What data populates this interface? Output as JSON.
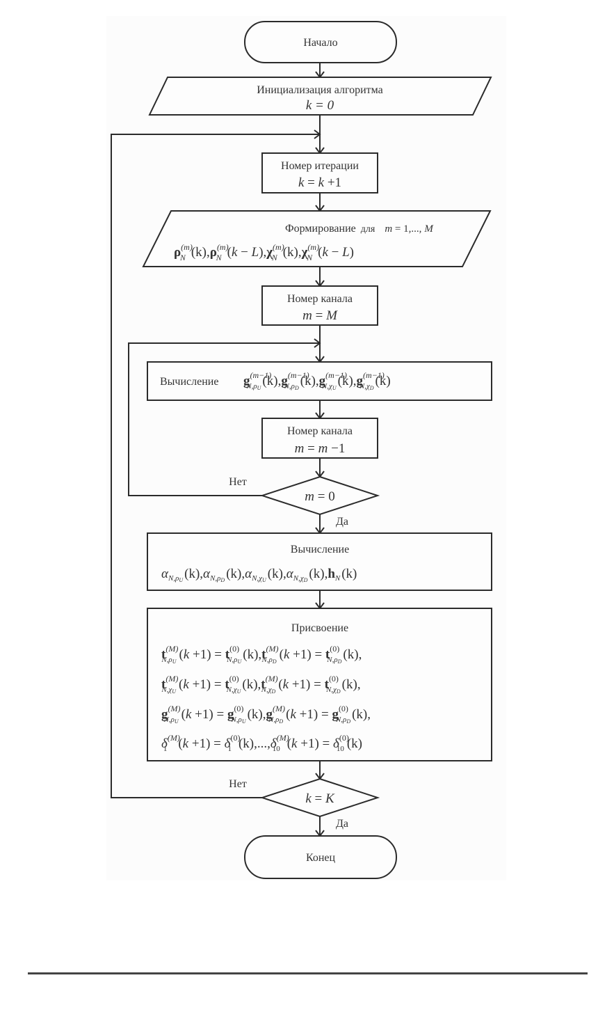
{
  "flowchart": {
    "start": {
      "label": "Начало"
    },
    "init": {
      "title": "Инициализация алгоритма",
      "formula": "k = 0"
    },
    "iteration": {
      "title": "Номер итерации",
      "formula": "k = k +1"
    },
    "forming": {
      "title": "Формирование",
      "condition": "для  m = 1,..., M",
      "formula": "ρ_N^(m)(k), ρ_N^(m)(k − L), χ_N^(m)(k), χ_N^(m)(k − L)"
    },
    "channel_init": {
      "title": "Номер канала",
      "formula": "m = M"
    },
    "compute_g": {
      "title": "Вычисление",
      "formula": "g_{N,ρU}^(m−1)(k), g_{N,ρD}^(m−1)(k), g_{N,χU}^(m−1)(k), g_{N,χD}^(m−1)(k)"
    },
    "channel_dec": {
      "title": "Номер канала",
      "formula": "m = m −1"
    },
    "decision_m": {
      "condition": "m = 0",
      "no_label": "Нет",
      "yes_label": "Да"
    },
    "compute_alpha": {
      "title": "Вычисление",
      "formula": "α_{N,ρU}(k), α_{N,ρD}(k), α_{N,χU}(k), α_{N,χD}(k), h_N(k)"
    },
    "assign": {
      "title": "Присвоение",
      "lines": [
        "t_{N,ρU}^(M)(k +1) = t_{N,ρU}^(0)(k), t_{N,ρD}^(M)(k +1) = t_{N,ρD}^(0)(k),",
        "t_{N,χU}^(M)(k +1) = t_{N,χU}^(0)(k), t_{N,χD}^(M)(k +1) = t_{N,χD}^(0)(k),",
        "g_{N,ρU}^(M)(k +1) = g_{N,ρU}^(0)(k), g_{N,ρD}^(M)(k +1) = g_{N,ρD}^(0)(k),",
        "δ_1^(M)(k +1) = δ_1^(0)(k),..., δ_10^(M)(k +1) = δ_10^(0)(k)"
      ]
    },
    "decision_k": {
      "condition": "k = K",
      "no_label": "Нет",
      "yes_label": "Да"
    },
    "end": {
      "label": "Конец"
    }
  },
  "sym": {
    "k": "k",
    "eq": " = ",
    "zero": "0",
    "plus1": " +1",
    "minus1": " −1",
    "m": "m",
    "M": "M",
    "K": "K",
    "L": "L",
    "rho": "ρ",
    "chi": "χ",
    "g": "g",
    "t": "t",
    "h": "h",
    "alpha": "α",
    "delta": "δ",
    "N": "N",
    "supm": "(m)",
    "supm1": "(m−1)",
    "supM": "(M)",
    "sup0": "(0)",
    "subNrU": "N,ρ",
    "subU": "U",
    "subD": "D",
    "subNcU": "N,χ",
    "argk": "(k)",
    "argkL": "(k − L)",
    "argk1": "(k +1)",
    "comma": ",",
    "ellipsis": ",...,",
    "one": "1",
    "ten": "10"
  }
}
